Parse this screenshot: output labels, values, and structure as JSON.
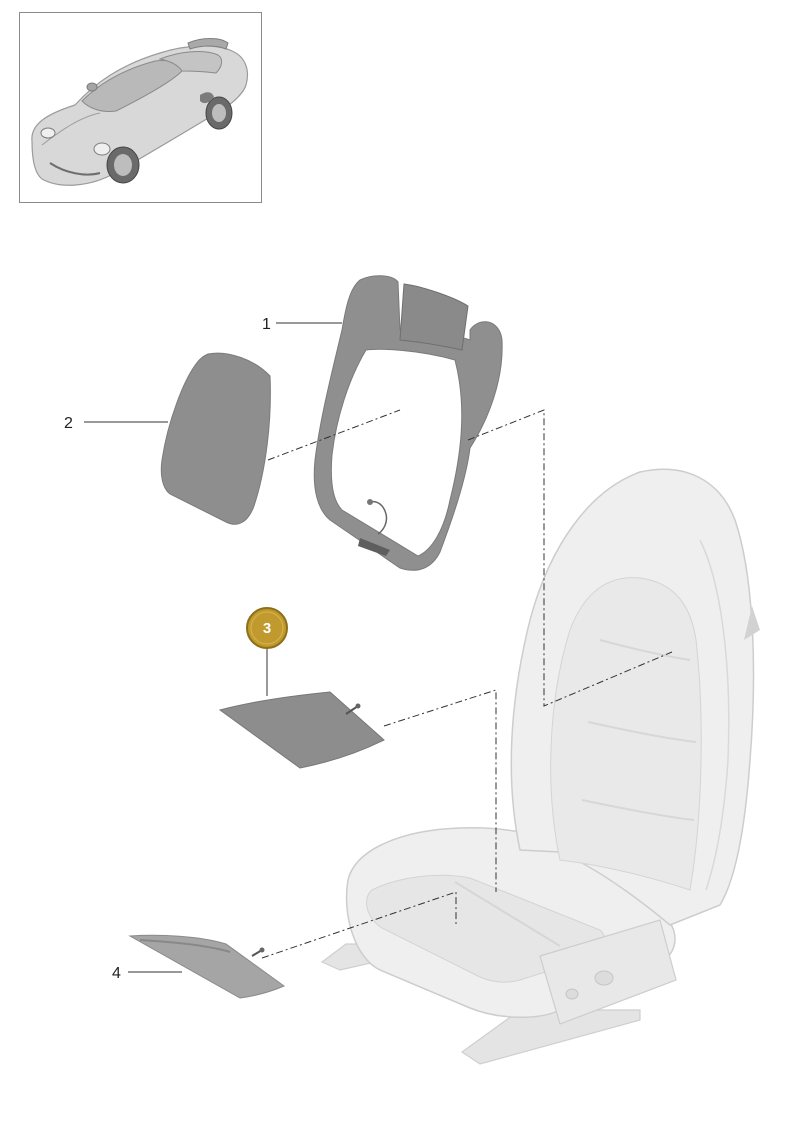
{
  "callouts": {
    "part_1": "1",
    "part_2": "2",
    "part_3": "3",
    "part_4": "4"
  },
  "colors": {
    "badge_fill": "#c09a2e",
    "badge_ring": "#8d6f17",
    "part_gray": "#8f8f8f",
    "part_dark": "#6f6f6f",
    "seat_light": "#ececec",
    "seat_outline": "#cfcfcf",
    "leader_line": "#333333"
  },
  "icons": {
    "thumbnail": "car-thumbnail-icon",
    "seat": "sport-seat-icon"
  }
}
